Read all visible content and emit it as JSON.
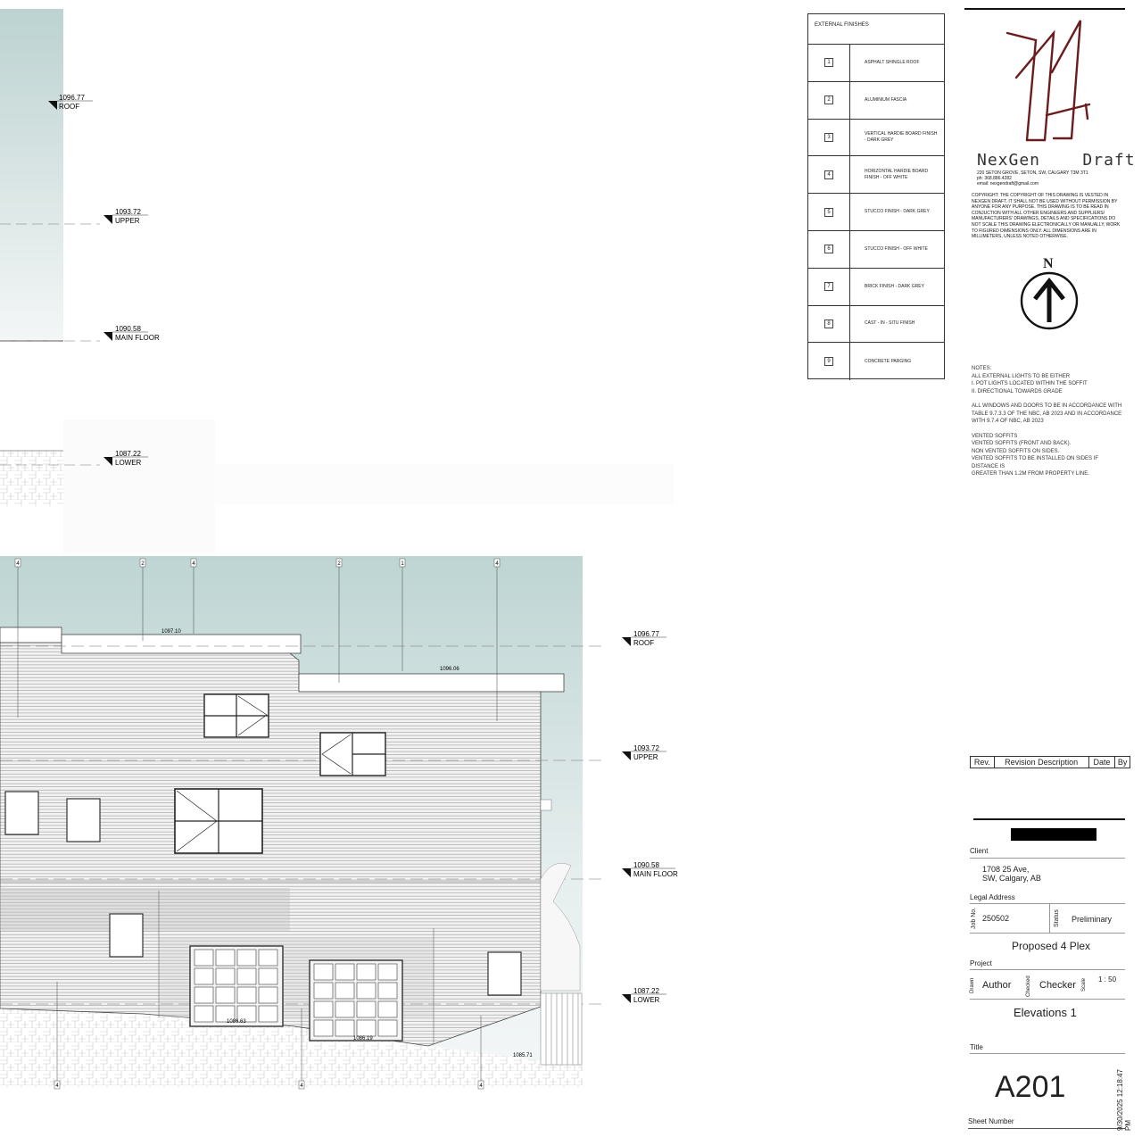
{
  "elevation_tags": {
    "top": [
      {
        "value": "1096.77",
        "name": "ROOF"
      },
      {
        "value": "1093.72",
        "name": "UPPER"
      },
      {
        "value": "1090.58",
        "name": "MAIN FLOOR"
      },
      {
        "value": "1087.22",
        "name": "LOWER"
      }
    ],
    "bottom": [
      {
        "value": "1096.77",
        "name": "ROOF"
      },
      {
        "value": "1093.72",
        "name": "UPPER"
      },
      {
        "value": "1090.58",
        "name": "MAIN FLOOR"
      },
      {
        "value": "1087.22",
        "name": "LOWER"
      }
    ]
  },
  "spot_levels": [
    "1097.10",
    "1096.06",
    "1086.63",
    "1086.19",
    "1085.71"
  ],
  "finish_callouts_top": [
    "4",
    "2",
    "4",
    "2",
    "1",
    "4"
  ],
  "finish_callouts_bottom": [
    "4",
    "4",
    "4"
  ],
  "finishes": {
    "title": "EXTERNAL FINISHES",
    "items": [
      {
        "num": "1",
        "desc": "ASPHALT SHINGLE ROOF"
      },
      {
        "num": "2",
        "desc": "ALUMINIUM FASCIA"
      },
      {
        "num": "3",
        "desc": "VERTICAL HARDIE BOARD FINISH - DARK GREY"
      },
      {
        "num": "4",
        "desc": "HORIZONTAL HARDIE BOARD FINISH - OFF WHITE"
      },
      {
        "num": "5",
        "desc": "STUCCO FINISH - DARK GREY"
      },
      {
        "num": "6",
        "desc": "STUCCO FINISH - OFF WHITE"
      },
      {
        "num": "7",
        "desc": "BRICK FINISH - DARK GREY"
      },
      {
        "num": "8",
        "desc": "CAST - IN - SITU FINISH"
      },
      {
        "num": "9",
        "desc": "CONCRETE PARGING"
      }
    ]
  },
  "company": {
    "name_left": "NexGen",
    "name_right": "Draft",
    "address": "220 SETON GROVE, SETON, SW, CALGARY T3M 3T1",
    "phone": "ph: 368.886.4282",
    "email": "email: nexgendraft@gmail.com",
    "copyright": "COPYRIGHT: THE COPYRIGHT OF THIS DRAWING IS VESTED IN NEXGEN DRAFT. IT SHALL NOT BE USED WITHOUT PERMISSION BY ANYONE FOR ANY PURPOSE. THIS DRAWING IS TO BE READ IN CONJUCTION WITH ALL OTHER ENGINEERS AND SUPPLIERS/ MANUFACTURERS' DRAWINGS, DETAILS AND SPECIFICATIONS DO NOT SCALE THIS DRAWING ELECTRONICALLY OR MANUALLY, WORK TO FIGURED DIMENSIONS ONLY. ALL DIMENSIONS ARE IN MILLIMETERS, UNLESS NOTED OTHERWISE."
  },
  "compass": {
    "label": "N"
  },
  "notes": [
    "NOTES:",
    "ALL EXTERNAL LIGHTS TO BE EITHER",
    "I. POT LIGHTS LOCATED WITHIN THE SOFFIT",
    "II. DIRECTIONAL TOWARDS GRADE",
    "",
    "ALL WINDOWS AND DOORS TO BE IN ACCORDANCE WITH",
    "TABLE 9.7.3.3 OF THE NBC, AB 2023 AND IN ACCORDANCE",
    "WITH 9.7.4 OF NBC, AB 2023",
    "",
    "VENTED SOFFITS",
    "VENTED SOFFITS (FRONT AND BACK).",
    "NON VENTED SOFFITS ON SIDES.",
    "VENTED SOFFITS TO BE INSTALLED ON SIDES IF DISTANCE IS",
    "GREATER THAN 1.2M FROM PROPERTY LINE."
  ],
  "revisions": {
    "headers": [
      "Rev.",
      "Revision Description",
      "Date",
      "By"
    ]
  },
  "title_block": {
    "client_label": "Client",
    "address_line1": "1708 25 Ave,",
    "address_line2": "SW, Calgary, AB",
    "legal_address_label": "Legal Address",
    "job_no_label": "Job No.",
    "job_no": "250502",
    "status_label": "Status",
    "status": "Preliminary",
    "project": "Proposed 4 Plex",
    "project_label": "Project",
    "drawn_label": "Drawn",
    "drawn_by": "Author",
    "checked_label": "Checked",
    "checked_by": "Checker",
    "scale_label": "Scale",
    "scale": "1 : 50",
    "title": "Elevations 1",
    "title_label": "Title",
    "sheet_number": "A201",
    "sheet_number_label": "Sheet Number",
    "timestamp_line1": "9/30/2025 12:18:47",
    "timestamp_line2": "PM"
  }
}
